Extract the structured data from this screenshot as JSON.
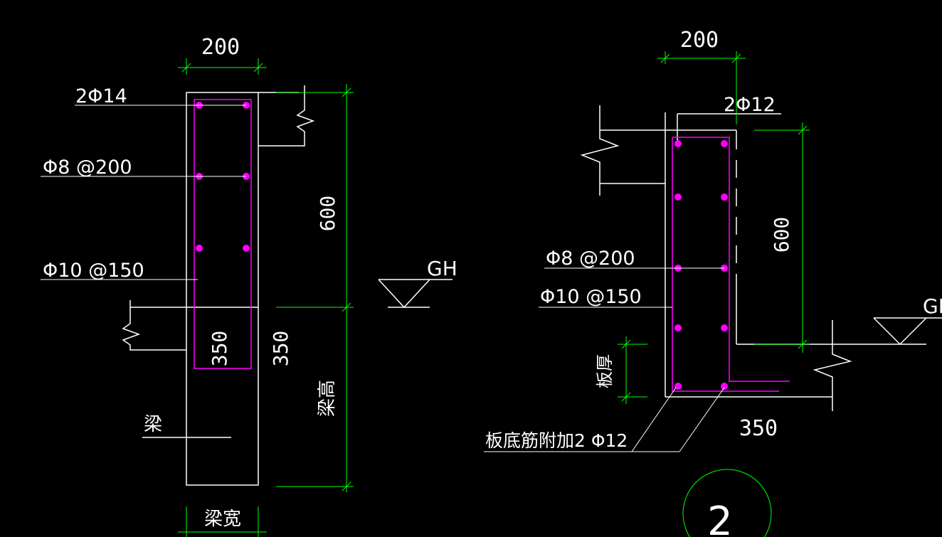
{
  "colors": {
    "background": "#000000",
    "outline": "#ffffff",
    "dimension": "#00ff00",
    "rebar": "#ff00ff"
  },
  "left_detail": {
    "width_dim": "200",
    "rebar_top": "2Φ14",
    "stirrup": "Φ8 @200",
    "side_bar": "Φ10 @150",
    "height_dim": "600",
    "depth_a": "350",
    "depth_b": "350",
    "beam_height_label": "梁高",
    "beam_label": "梁",
    "beam_width_label": "梁宽",
    "level_mark": "GH"
  },
  "right_detail": {
    "width_dim": "200",
    "rebar_top": "2Φ12",
    "stirrup": "Φ8 @200",
    "side_bar": "Φ10 @150",
    "height_dim": "600",
    "slab_thickness_label": "板厚",
    "slab_bottom_note": "板底筋附加2 Φ12",
    "bottom_dim": "350",
    "level_mark": "GH",
    "detail_number": "2"
  }
}
